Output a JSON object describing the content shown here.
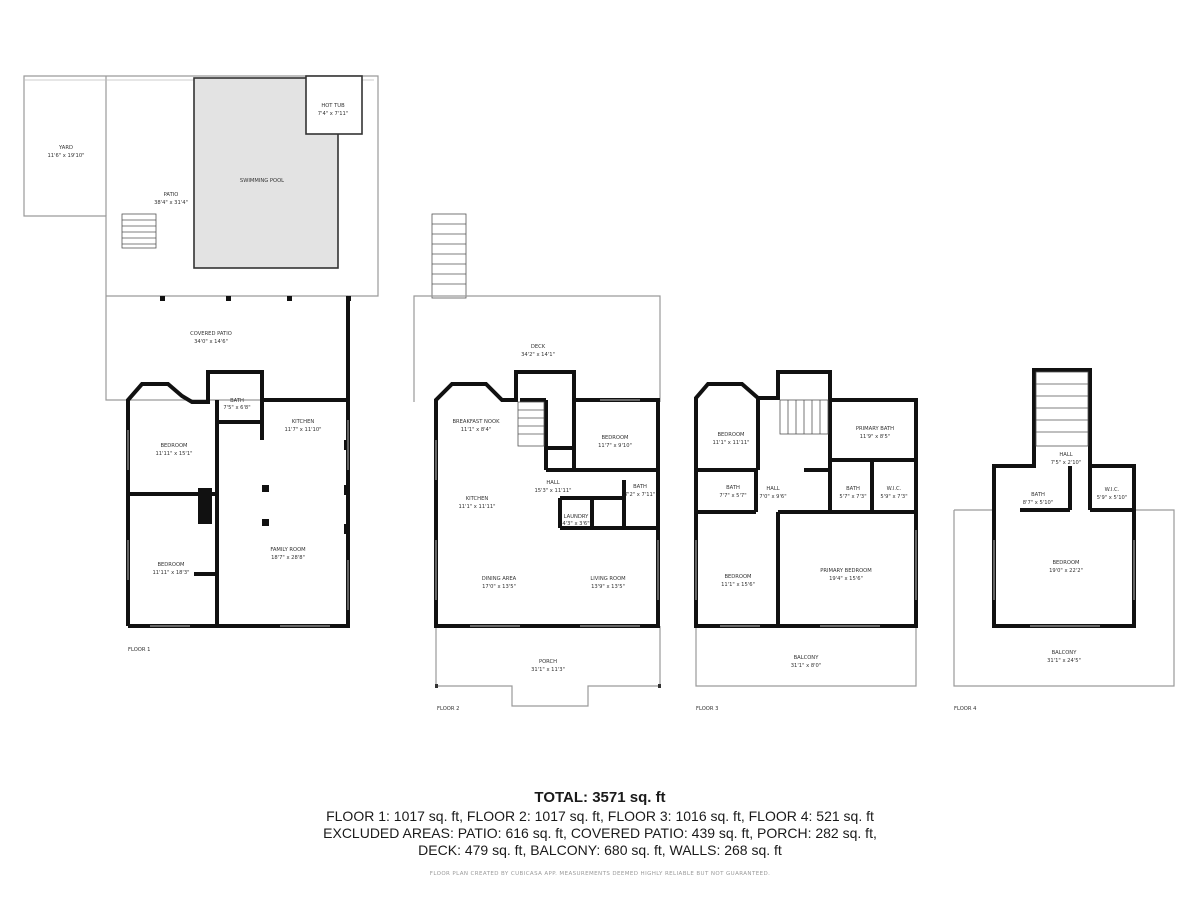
{
  "floors": {
    "floor1": {
      "label": "FLOOR 1",
      "rooms": {
        "yard": {
          "name": "YARD",
          "dim": "11'6\" x 19'10\""
        },
        "patio": {
          "name": "PATIO",
          "dim": "38'4\" x 31'4\""
        },
        "pool": {
          "name": "SWIMMING POOL"
        },
        "hot_tub": {
          "name": "HOT TUB",
          "dim": "7'4\" x 7'11\""
        },
        "covered_patio": {
          "name": "COVERED PATIO",
          "dim": "34'0\" x 14'6\""
        },
        "bath": {
          "name": "BATH",
          "dim": "7'5\" x 6'8\""
        },
        "kitchen": {
          "name": "KITCHEN",
          "dim": "11'7\" x 11'10\""
        },
        "bedroom_a": {
          "name": "BEDROOM",
          "dim": "11'11\" x 15'1\""
        },
        "bedroom_b": {
          "name": "BEDROOM",
          "dim": "11'11\" x 18'3\""
        },
        "family_room": {
          "name": "FAMILY ROOM",
          "dim": "18'7\" x 28'8\""
        }
      }
    },
    "floor2": {
      "label": "FLOOR 2",
      "rooms": {
        "deck": {
          "name": "DECK",
          "dim": "34'2\" x 14'1\""
        },
        "breakfast_nook": {
          "name": "BREAKFAST NOOK",
          "dim": "11'1\" x 8'4\""
        },
        "bedroom": {
          "name": "BEDROOM",
          "dim": "11'7\" x 9'10\""
        },
        "hall": {
          "name": "HALL",
          "dim": "15'3\" x 11'11\""
        },
        "bath": {
          "name": "BATH",
          "dim": "7'2\" x 7'11\""
        },
        "kitchen": {
          "name": "KITCHEN",
          "dim": "11'1\" x 11'11\""
        },
        "laundry": {
          "name": "LAUNDRY",
          "dim": "4'3\" x 3'6\""
        },
        "dining": {
          "name": "DINING AREA",
          "dim": "17'0\" x 13'5\""
        },
        "living": {
          "name": "LIVING ROOM",
          "dim": "13'9\" x 13'5\""
        },
        "porch": {
          "name": "PORCH",
          "dim": "31'1\" x 11'3\""
        }
      }
    },
    "floor3": {
      "label": "FLOOR 3",
      "rooms": {
        "bedroom_a": {
          "name": "BEDROOM",
          "dim": "11'1\" x 11'11\""
        },
        "primary_bath": {
          "name": "PRIMARY BATH",
          "dim": "11'9\" x 8'5\""
        },
        "bath_a": {
          "name": "BATH",
          "dim": "7'7\" x 5'7\""
        },
        "hall": {
          "name": "HALL",
          "dim": "7'0\" x 9'6\""
        },
        "bath_b": {
          "name": "BATH",
          "dim": "5'7\" x 7'3\""
        },
        "wic": {
          "name": "W.I.C.",
          "dim": "5'9\" x 7'3\""
        },
        "bedroom_b": {
          "name": "BEDROOM",
          "dim": "11'1\" x 15'6\""
        },
        "primary_bedroom": {
          "name": "PRIMARY BEDROOM",
          "dim": "19'4\" x 15'6\""
        },
        "balcony": {
          "name": "BALCONY",
          "dim": "31'1\" x 8'0\""
        }
      }
    },
    "floor4": {
      "label": "FLOOR 4",
      "rooms": {
        "hall": {
          "name": "HALL",
          "dim": "7'5\" x 2'10\""
        },
        "bath": {
          "name": "BATH",
          "dim": "8'7\" x 5'10\""
        },
        "wic": {
          "name": "W.I.C.",
          "dim": "5'9\" x 5'10\""
        },
        "bedroom": {
          "name": "BEDROOM",
          "dim": "19'0\" x 22'2\""
        },
        "balcony": {
          "name": "BALCONY",
          "dim": "31'1\" x 24'5\""
        }
      }
    }
  },
  "summary": {
    "total": "TOTAL: 3571 sq. ft",
    "line1": "FLOOR 1: 1017 sq. ft, FLOOR 2: 1017 sq. ft, FLOOR 3: 1016 sq. ft, FLOOR 4: 521 sq. ft",
    "line2": "EXCLUDED AREAS: PATIO: 616 sq. ft, COVERED PATIO: 439 sq. ft, PORCH: 282 sq. ft,",
    "line3": "DECK: 479 sq. ft, BALCONY: 680 sq. ft, WALLS: 268 sq. ft",
    "credit": "FLOOR PLAN CREATED BY CUBICASA APP. MEASUREMENTS DEEMED HIGHLY RELIABLE BUT NOT GUARANTEED."
  },
  "colors": {
    "wall": "#111111",
    "thin_line": "#9a9a9a",
    "pool_fill": "#e3e3e3"
  }
}
